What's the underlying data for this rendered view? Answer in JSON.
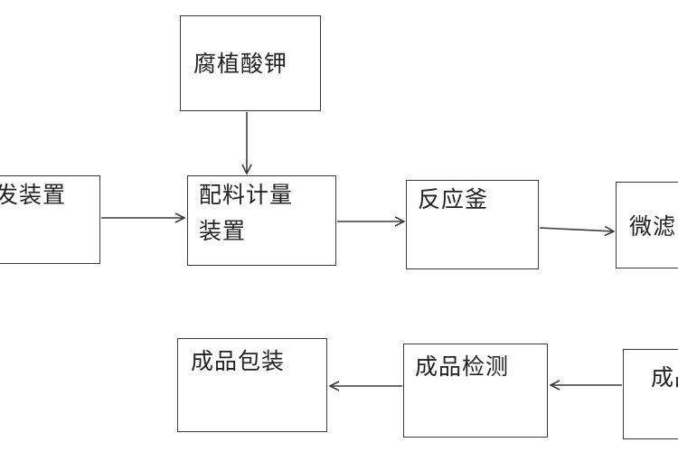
{
  "diagram": {
    "nodes": {
      "potassium_humate": {
        "label": "腐植酸钾"
      },
      "left_device": {
        "label": "发装置"
      },
      "batching_device": {
        "line1": "配料计量",
        "line2": "装置"
      },
      "reactor": {
        "label": "反应釜"
      },
      "microfilter": {
        "label": "微滤"
      },
      "packaging": {
        "label": "成品包装"
      },
      "inspection": {
        "label": "成品检测"
      },
      "product": {
        "label": "成品"
      }
    },
    "colors": {
      "stroke": "#3a3a3a",
      "text": "#222222",
      "background": "#ffffff"
    }
  }
}
